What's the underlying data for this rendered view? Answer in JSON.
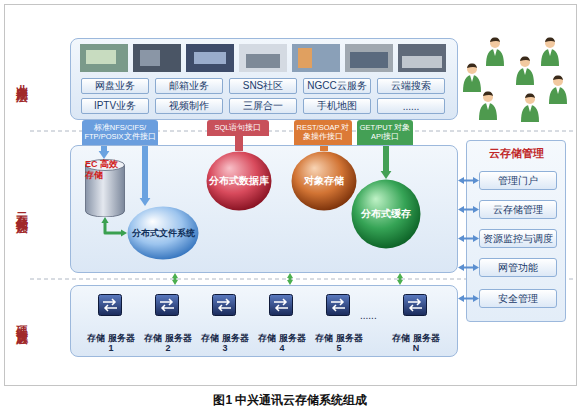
{
  "diagram": {
    "caption": "图1 中兴通讯云存储系统组成",
    "nodes": [
      {
        "text": [
          "业务应用层"
        ]
      },
      {
        "text": [
          "网盘业务"
        ],
        "in": 0
      },
      {
        "text": [
          "邮箱业务"
        ],
        "in": 0
      },
      {
        "text": [
          "SNS社区"
        ],
        "in": 0
      },
      {
        "text": [
          "NGCC云服务"
        ],
        "in": 0
      },
      {
        "text": [
          "云端搜索"
        ],
        "in": 0
      },
      {
        "text": [
          "IPTV业务"
        ],
        "in": 0
      },
      {
        "text": [
          "视频制作"
        ],
        "in": 0
      },
      {
        "text": [
          "三屏合一"
        ],
        "in": 0
      },
      {
        "text": [
          "手机地图"
        ],
        "in": 0
      },
      {
        "text": [
          "......"
        ],
        "in": 0
      },
      {
        "text": [
          "标准NFS/CIFS/ FTP/POSIX文件接口"
        ]
      },
      {
        "text": [
          "SQL语句接口"
        ]
      },
      {
        "text": [
          "REST/SOAP 对象操作接口"
        ]
      },
      {
        "text": [
          "GET/PUT 对象API接口"
        ]
      },
      {
        "text": [
          "云存储软件层"
        ]
      },
      {
        "text": [
          "EC 高效存储"
        ],
        "in": 15
      },
      {
        "text": [
          "分布式文件系统"
        ],
        "in": 15
      },
      {
        "text": [
          "分布式数据库"
        ],
        "in": 15
      },
      {
        "text": [
          "对象存储"
        ],
        "in": 15
      },
      {
        "text": [
          "分布式缓存"
        ],
        "in": 15
      },
      {
        "text": [
          "硬件资源层"
        ]
      },
      {
        "text": [
          "存储 服务器1"
        ],
        "in": 21
      },
      {
        "text": [
          "存储 服务器2"
        ],
        "in": 21
      },
      {
        "text": [
          "存储 服务器3"
        ],
        "in": 21
      },
      {
        "text": [
          "存储 服务器4"
        ],
        "in": 21
      },
      {
        "text": [
          "存储 服务器5"
        ],
        "in": 21
      },
      {
        "text": [
          "存储 服务器N"
        ],
        "in": 21
      },
      {
        "text": [
          "云存储管理"
        ]
      },
      {
        "text": [
          "管理门户"
        ],
        "in": 28
      },
      {
        "text": [
          "云存储管理"
        ],
        "in": 28
      },
      {
        "text": [
          "资源监控与调度"
        ],
        "in": 28
      },
      {
        "text": [
          "网管功能"
        ],
        "in": 28
      },
      {
        "text": [
          "安全管理"
        ],
        "in": 28
      }
    ],
    "edges": [
      {
        "from": 11,
        "to": 16,
        "arrow": "to"
      },
      {
        "from": 11,
        "to": 17,
        "arrow": "to"
      },
      {
        "from": 12,
        "to": 18,
        "arrow": "none"
      },
      {
        "from": 13,
        "to": 19,
        "arrow": "none"
      },
      {
        "from": 14,
        "to": 20,
        "arrow": "to"
      },
      {
        "from": 16,
        "to": 17,
        "arrow": "both"
      },
      {
        "from": 15,
        "to": 21,
        "arrow": "both"
      },
      {
        "from": 15,
        "to": 21,
        "arrow": "both"
      },
      {
        "from": 15,
        "to": 21,
        "arrow": "both"
      },
      {
        "from": 15,
        "to": 29,
        "arrow": "both"
      },
      {
        "from": 15,
        "to": 30,
        "arrow": "both"
      },
      {
        "from": 15,
        "to": 31,
        "arrow": "both"
      },
      {
        "from": 15,
        "to": 32,
        "arrow": "both"
      },
      {
        "from": 21,
        "to": 33,
        "arrow": "both"
      }
    ],
    "labels": [
      "......"
    ]
  }
}
